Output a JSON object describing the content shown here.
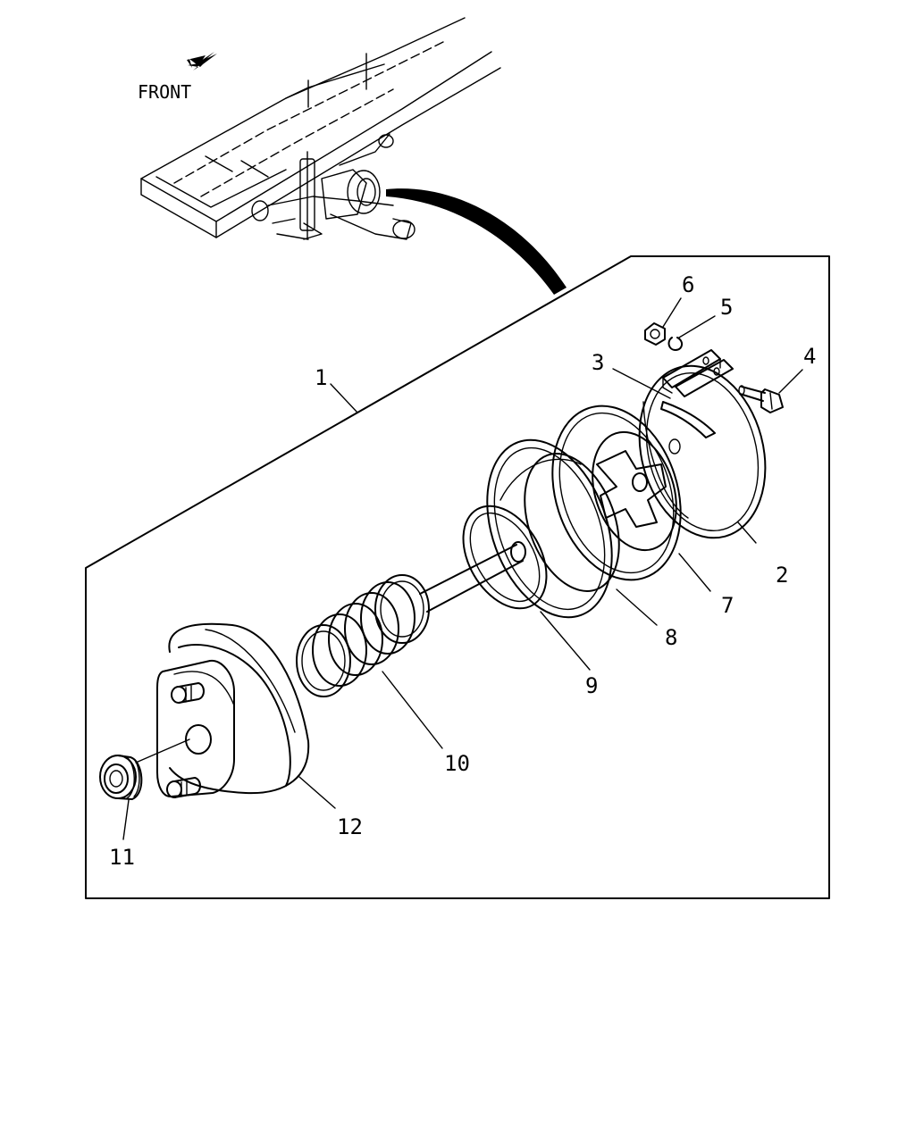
{
  "orientation": {
    "front_label": "FRONT"
  },
  "callouts": {
    "c1": "1",
    "c2": "2",
    "c3": "3",
    "c4": "4",
    "c5": "5",
    "c6": "6",
    "c7": "7",
    "c8": "8",
    "c9": "9",
    "c10": "10",
    "c11": "11",
    "c12": "12"
  }
}
